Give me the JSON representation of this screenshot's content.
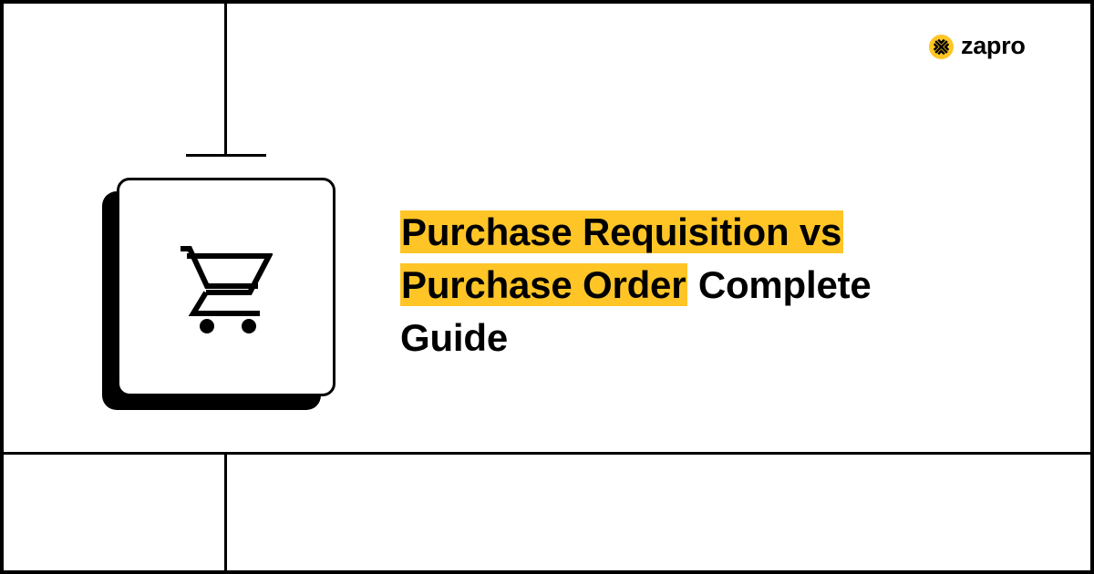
{
  "brand": {
    "name": "zapro",
    "logo_icon": "zapro-logo-mark-icon",
    "accent_color": "#FFC526"
  },
  "hero": {
    "icon": "shopping-cart-icon",
    "title": {
      "highlighted_line_1": "Purchase Requisition vs",
      "highlighted_line_2": "Purchase Order",
      "rest": " Complete Guide"
    }
  },
  "colors": {
    "highlight": "#FFC526",
    "ink": "#000000",
    "background": "#FFFFFF"
  }
}
